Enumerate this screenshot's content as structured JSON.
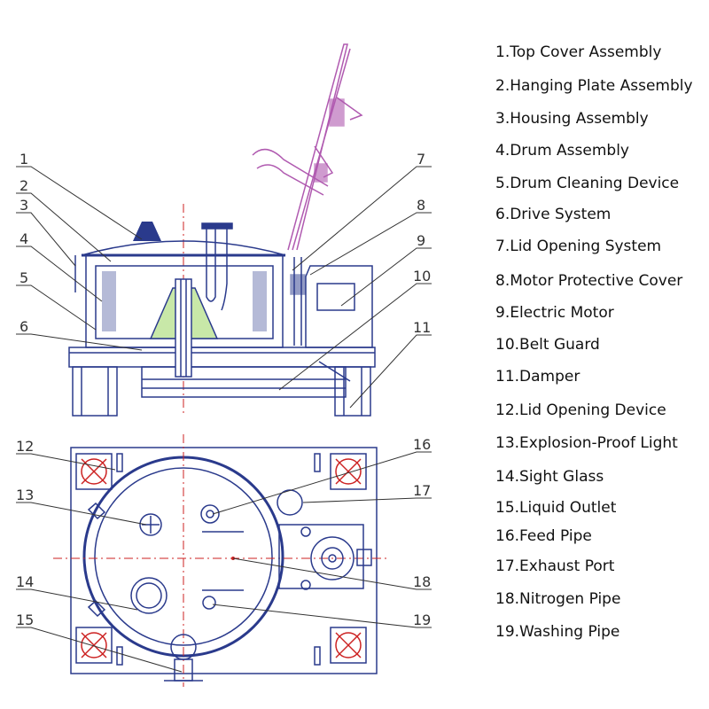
{
  "callouts": {
    "c1": "1",
    "c2": "2",
    "c3": "3",
    "c4": "4",
    "c5": "5",
    "c6": "6",
    "c7": "7",
    "c8": "8",
    "c9": "9",
    "c10": "10",
    "c11": "11",
    "c12": "12",
    "c13": "13",
    "c14": "14",
    "c15": "15",
    "c16": "16",
    "c17": "17",
    "c18": "18",
    "c19": "19"
  },
  "legend": [
    "1.Top Cover Assembly",
    "2.Hanging Plate Assembly",
    "3.Housing Assembly",
    "4.Drum Assembly",
    "5.Drum Cleaning Device",
    "6.Drive System",
    "7.Lid Opening System",
    "8.Motor Protective Cover",
    "9.Electric Motor",
    "10.Belt Guard",
    "11.Damper",
    "12.Lid Opening Device",
    "13.Explosion-Proof Light",
    "14.Sight Glass",
    "15.Liquid Outlet",
    "16.Feed Pipe",
    "17.Exhaust Port",
    "18.Nitrogen Pipe",
    "19.Washing Pipe"
  ],
  "colors": {
    "outline": "#2a3a8c",
    "centerline": "#cc2222",
    "lid_system": "#b05ab0",
    "drive_highlight": "#c8e8a8",
    "leader": "#333333"
  }
}
